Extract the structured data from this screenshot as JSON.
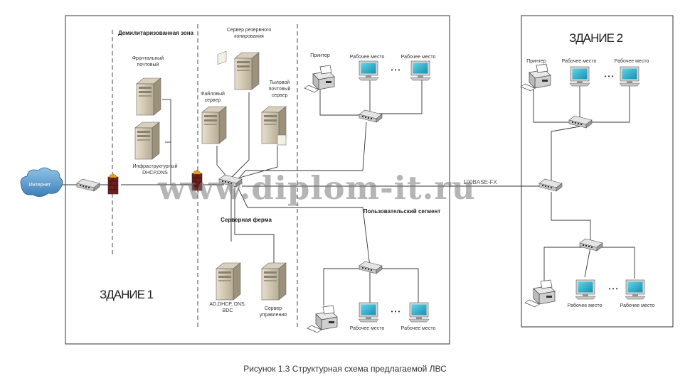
{
  "building1": {
    "title": "ЗДАНИЕ 1",
    "dmz_label": "Демилитаризованная зона",
    "front_mail_server": "Фронтальный почтовый",
    "infra_server": "Инфраструктурный DHCP,DNS",
    "backup_server": "Сервер резервного копирования",
    "file_server": "Файловый сервер",
    "rear_mail_server": "Тыловой почтовый сервер",
    "server_farm_label": "Серверная ферма",
    "ad_server": "AD,DHCP, DNS, BDC",
    "mgmt_server": "Сервер управления",
    "user_segment_label": "Пользовательский сегмент",
    "printer": "Принтер",
    "workstation": "Рабочее место",
    "dots": "• • •"
  },
  "building2": {
    "title": "ЗДАНИЕ 2",
    "printer": "Принтер",
    "workstation": "Рабочее место",
    "dots": "• • •"
  },
  "internet_label": "Интернет",
  "link_label": "100BASE-FX",
  "watermark": "www.diplom-it.ru",
  "caption": "Рисунок 1.3  Структурная схема предлагаемой ЛВС"
}
